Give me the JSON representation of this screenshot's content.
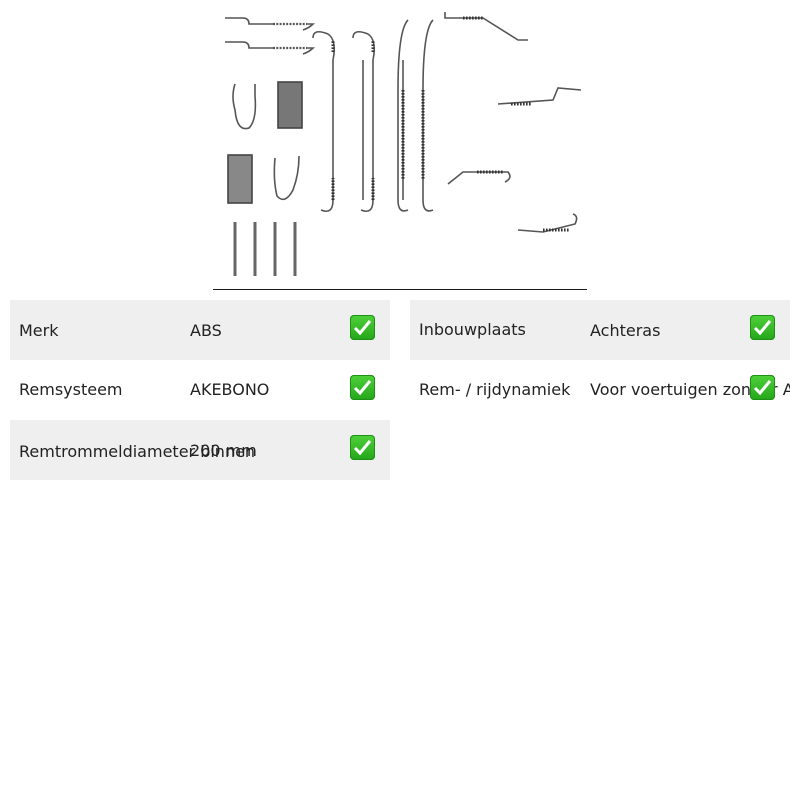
{
  "image": {
    "alt_icon": "brake-spring-kit-image"
  },
  "left_specs": [
    {
      "label": "Merk",
      "value": "ABS"
    },
    {
      "label": "Remsysteem",
      "value": "AKEBONO"
    },
    {
      "label": "Remtrommeldiameter binnen",
      "value": "200 mm"
    }
  ],
  "right_specs": [
    {
      "label": "Inbouwplaats",
      "value": "Achteras"
    },
    {
      "label": "Rem- / rijdynamiek",
      "value": "Voor voertuigen zonder ABS"
    }
  ],
  "colors": {
    "row_shade": "#efefef",
    "check_green": "#2bb52a"
  }
}
